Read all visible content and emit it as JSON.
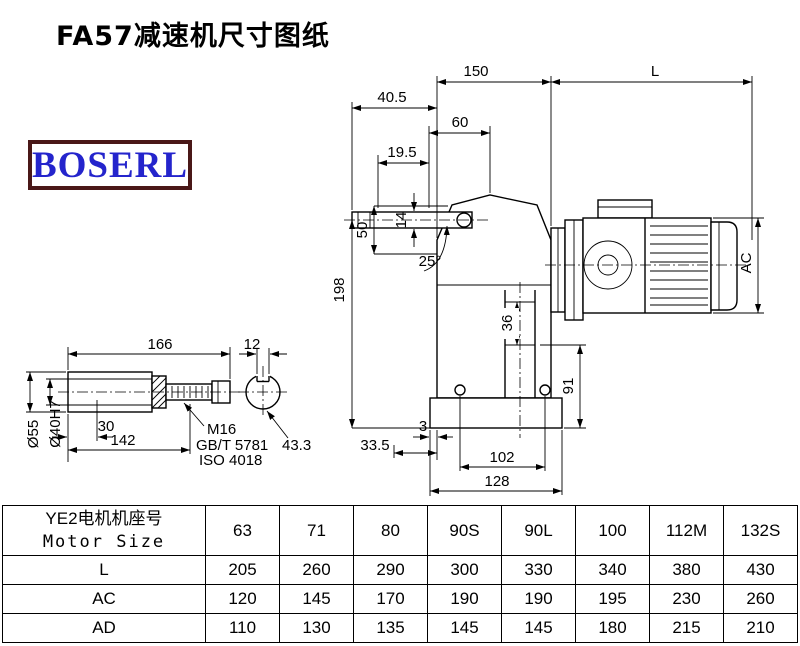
{
  "page": {
    "title": "FA57减速机尺寸图纸"
  },
  "logo": {
    "text": "BOSERL"
  },
  "drawing": {
    "dims": {
      "d150": "150",
      "dL": "L",
      "d40_5": "40.5",
      "d60": "60",
      "d19_5": "19.5",
      "d14": "14",
      "d50": "50",
      "angle25": "25°",
      "d198": "198",
      "ac": "AC",
      "d36": "36",
      "d91": "91",
      "d3": "3",
      "d33_5": "33.5",
      "d102": "102",
      "d128": "128",
      "d166": "166",
      "d12": "12",
      "d30": "30",
      "d142": "142",
      "dia55": "Ø55",
      "dia40": "Ø40H7",
      "m16": "M16",
      "gbt": "GB/T 5781",
      "iso": "ISO 4018",
      "d43_3": "43.3"
    }
  },
  "table": {
    "header": {
      "label_line1": "YE2电机机座号",
      "label_line2": "Motor Size",
      "cols": [
        "63",
        "71",
        "80",
        "90S",
        "90L",
        "100",
        "112M",
        "132S"
      ]
    },
    "rows": [
      {
        "label": "L",
        "values": [
          "205",
          "260",
          "290",
          "300",
          "330",
          "340",
          "380",
          "430"
        ]
      },
      {
        "label": "AC",
        "values": [
          "120",
          "145",
          "170",
          "190",
          "190",
          "195",
          "230",
          "260"
        ]
      },
      {
        "label": "AD",
        "values": [
          "110",
          "130",
          "135",
          "145",
          "145",
          "180",
          "215",
          "210"
        ]
      }
    ]
  }
}
